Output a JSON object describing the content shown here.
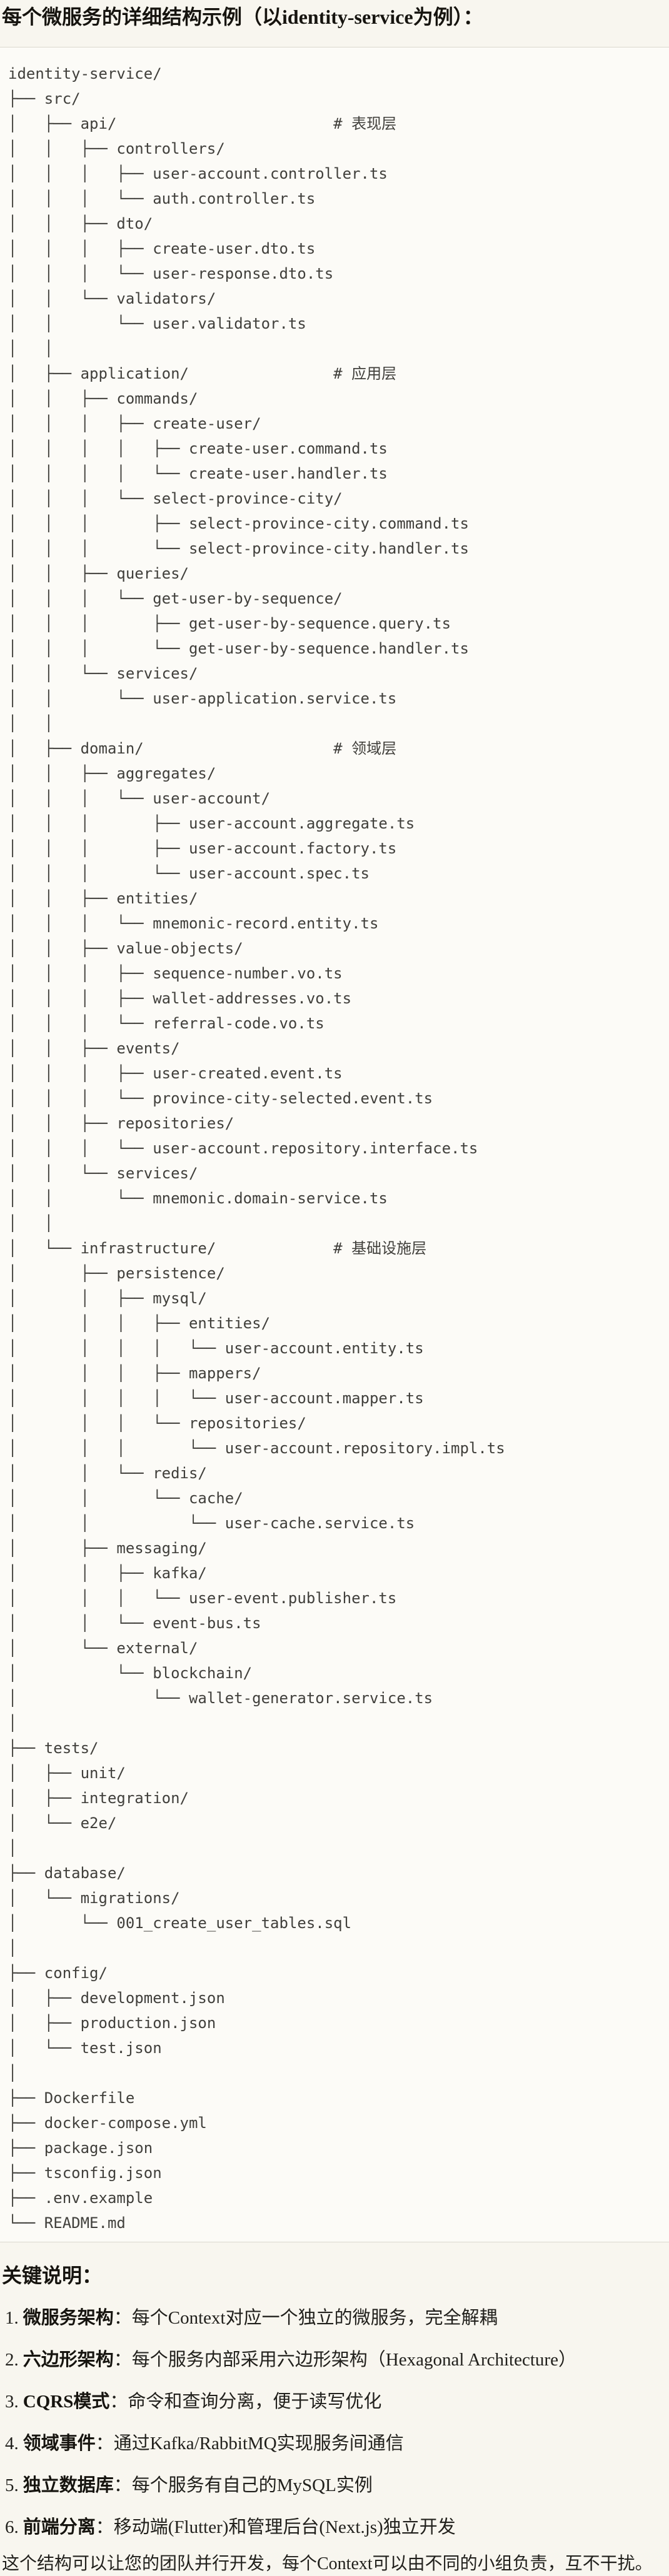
{
  "page": {
    "title": "每个微服务的详细结构示例（以identity-service为例）：",
    "tree_lines": [
      "identity-service/",
      "├── src/",
      "│   ├── api/                        # 表现层",
      "│   │   ├── controllers/",
      "│   │   │   ├── user-account.controller.ts",
      "│   │   │   └── auth.controller.ts",
      "│   │   ├── dto/",
      "│   │   │   ├── create-user.dto.ts",
      "│   │   │   └── user-response.dto.ts",
      "│   │   └── validators/",
      "│   │       └── user.validator.ts",
      "│   │",
      "│   ├── application/                # 应用层",
      "│   │   ├── commands/",
      "│   │   │   ├── create-user/",
      "│   │   │   │   ├── create-user.command.ts",
      "│   │   │   │   └── create-user.handler.ts",
      "│   │   │   └── select-province-city/",
      "│   │   │       ├── select-province-city.command.ts",
      "│   │   │       └── select-province-city.handler.ts",
      "│   │   ├── queries/",
      "│   │   │   └── get-user-by-sequence/",
      "│   │   │       ├── get-user-by-sequence.query.ts",
      "│   │   │       └── get-user-by-sequence.handler.ts",
      "│   │   └── services/",
      "│   │       └── user-application.service.ts",
      "│   │",
      "│   ├── domain/                     # 领域层",
      "│   │   ├── aggregates/",
      "│   │   │   └── user-account/",
      "│   │   │       ├── user-account.aggregate.ts",
      "│   │   │       ├── user-account.factory.ts",
      "│   │   │       └── user-account.spec.ts",
      "│   │   ├── entities/",
      "│   │   │   └── mnemonic-record.entity.ts",
      "│   │   ├── value-objects/",
      "│   │   │   ├── sequence-number.vo.ts",
      "│   │   │   ├── wallet-addresses.vo.ts",
      "│   │   │   └── referral-code.vo.ts",
      "│   │   ├── events/",
      "│   │   │   ├── user-created.event.ts",
      "│   │   │   └── province-city-selected.event.ts",
      "│   │   ├── repositories/",
      "│   │   │   └── user-account.repository.interface.ts",
      "│   │   └── services/",
      "│   │       └── mnemonic.domain-service.ts",
      "│   │",
      "│   └── infrastructure/             # 基础设施层",
      "│       ├── persistence/",
      "│       │   ├── mysql/",
      "│       │   │   ├── entities/",
      "│       │   │   │   └── user-account.entity.ts",
      "│       │   │   ├── mappers/",
      "│       │   │   │   └── user-account.mapper.ts",
      "│       │   │   └── repositories/",
      "│       │   │       └── user-account.repository.impl.ts",
      "│       │   └── redis/",
      "│       │       └── cache/",
      "│       │           └── user-cache.service.ts",
      "│       ├── messaging/",
      "│       │   ├── kafka/",
      "│       │   │   └── user-event.publisher.ts",
      "│       │   └── event-bus.ts",
      "│       └── external/",
      "│           └── blockchain/",
      "│               └── wallet-generator.service.ts",
      "│",
      "├── tests/",
      "│   ├── unit/",
      "│   ├── integration/",
      "│   └── e2e/",
      "│",
      "├── database/",
      "│   └── migrations/",
      "│       └── 001_create_user_tables.sql",
      "│",
      "├── config/",
      "│   ├── development.json",
      "│   ├── production.json",
      "│   └── test.json",
      "│",
      "├── Dockerfile",
      "├── docker-compose.yml",
      "├── package.json",
      "├── tsconfig.json",
      "├── .env.example",
      "└── README.md"
    ],
    "notes": {
      "heading": "关键说明：",
      "items": [
        {
          "num": "1.",
          "label": "微服务架构",
          "text": "：每个Context对应一个独立的微服务，完全解耦"
        },
        {
          "num": "2.",
          "label": "六边形架构",
          "text": "：每个服务内部采用六边形架构（Hexagonal Architecture）"
        },
        {
          "num": "3.",
          "label": "CQRS模式",
          "text": "：命令和查询分离，便于读写优化"
        },
        {
          "num": "4.",
          "label": "领域事件",
          "text": "：通过Kafka/RabbitMQ实现服务间通信"
        },
        {
          "num": "5.",
          "label": "独立数据库",
          "text": "：每个服务有自己的MySQL实例"
        },
        {
          "num": "6.",
          "label": "前端分离",
          "text": "：移动端(Flutter)和管理后台(Next.js)独立开发"
        }
      ],
      "footer": "这个结构可以让您的团队并行开发，每个Context可以由不同的小组负责，互不干扰。"
    }
  },
  "colors": {
    "page_background": "#F8F6EF",
    "code_background": "#FCFBF7",
    "code_border": "#DBD8CF",
    "tree_text": "#403F3B",
    "heading_text": "#16140F",
    "body_text": "#21201C"
  }
}
